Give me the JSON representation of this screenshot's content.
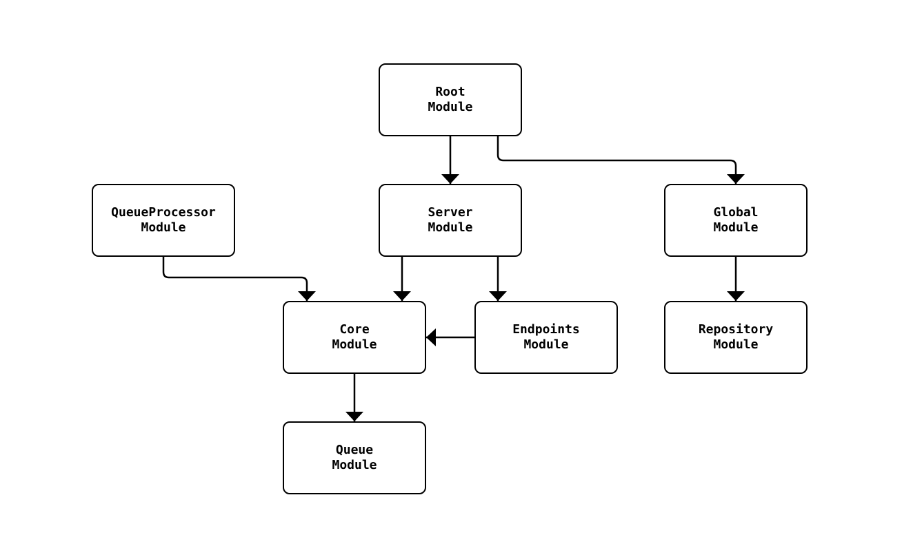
{
  "diagram": {
    "type": "module-dependency-flowchart",
    "colors": {
      "background": "#ffffff",
      "node_fill": "#ffffff",
      "node_border": "#000000",
      "edge": "#000000",
      "text": "#000000"
    },
    "nodes": [
      {
        "id": "root",
        "label": "Root\nModule"
      },
      {
        "id": "queueProcessor",
        "label": "QueueProcessor\nModule"
      },
      {
        "id": "server",
        "label": "Server\nModule"
      },
      {
        "id": "global",
        "label": "Global\nModule"
      },
      {
        "id": "core",
        "label": "Core\nModule"
      },
      {
        "id": "endpoints",
        "label": "Endpoints\nModule"
      },
      {
        "id": "repository",
        "label": "Repository\nModule"
      },
      {
        "id": "queue",
        "label": "Queue\nModule"
      }
    ],
    "edges": [
      {
        "from": "root",
        "to": "server"
      },
      {
        "from": "root",
        "to": "global"
      },
      {
        "from": "queueProcessor",
        "to": "core"
      },
      {
        "from": "server",
        "to": "core"
      },
      {
        "from": "server",
        "to": "endpoints"
      },
      {
        "from": "endpoints",
        "to": "core"
      },
      {
        "from": "global",
        "to": "repository"
      },
      {
        "from": "core",
        "to": "queue"
      }
    ]
  }
}
